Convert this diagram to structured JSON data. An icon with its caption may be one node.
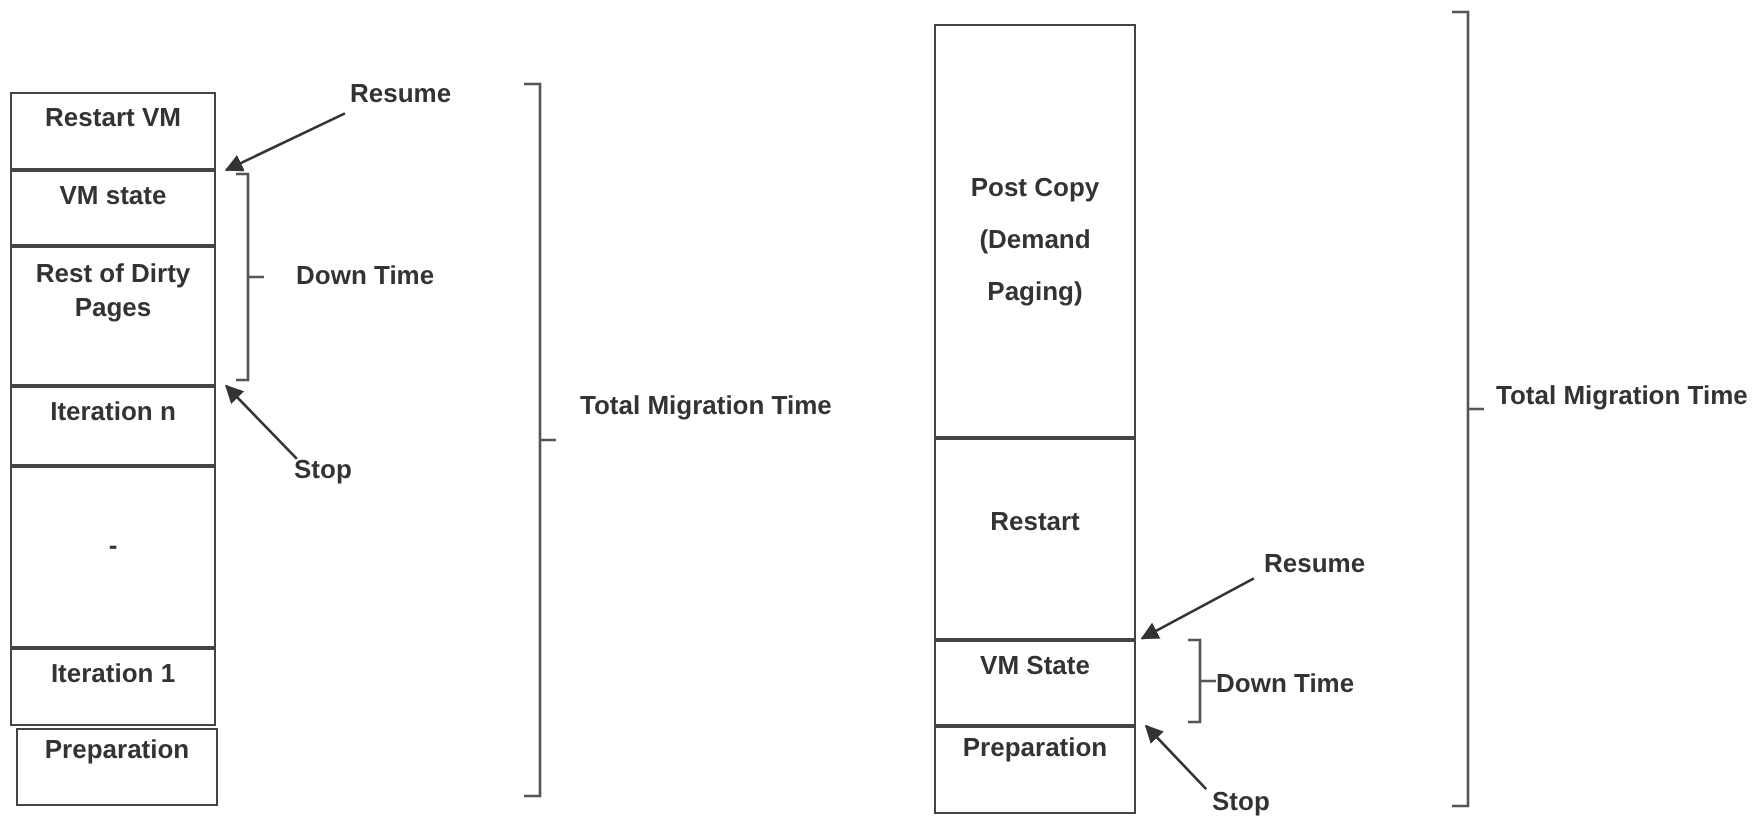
{
  "diagram": {
    "nodes": [
      {
        "text": [
          "Restart VM"
        ]
      },
      {
        "text": [
          "VM state"
        ]
      },
      {
        "text": [
          "Rest of Dirty Pages"
        ]
      },
      {
        "text": [
          "Iteration n"
        ]
      },
      {
        "text": [
          "-"
        ]
      },
      {
        "text": [
          "Iteration 1"
        ]
      },
      {
        "text": [
          "Preparation"
        ]
      },
      {
        "text": [
          "Resume"
        ]
      },
      {
        "text": [
          "Stop"
        ]
      },
      {
        "text": [
          "Post Copy (Demand Paging)"
        ]
      },
      {
        "text": [
          "Restart"
        ]
      },
      {
        "text": [
          "VM State"
        ]
      },
      {
        "text": [
          "Preparation"
        ]
      },
      {
        "text": [
          "Resume"
        ]
      },
      {
        "text": [
          "Stop"
        ]
      }
    ],
    "edges": [
      {
        "from": 7,
        "to": 1,
        "arrow": "to"
      },
      {
        "from": 8,
        "to": 3,
        "arrow": "to"
      },
      {
        "from": 13,
        "to": 11,
        "arrow": "to"
      },
      {
        "from": 14,
        "to": 12,
        "arrow": "to"
      }
    ],
    "labels": [
      "Down Time",
      "Total Migration Time",
      "Down Time",
      "Total Migration Time"
    ]
  }
}
